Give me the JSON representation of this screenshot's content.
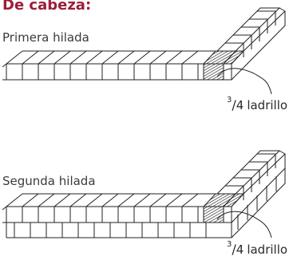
{
  "title": "De cabeza:",
  "rows": [
    {
      "label": "Primera hilada",
      "callout": {
        "num": "3",
        "den": "4",
        "word": "ladrillo"
      }
    },
    {
      "label": "Segunda hilada",
      "callout": {
        "num": "3",
        "den": "4",
        "word": "ladrillo"
      }
    }
  ],
  "colors": {
    "title": "#9c1d3a",
    "line": "#222222"
  }
}
